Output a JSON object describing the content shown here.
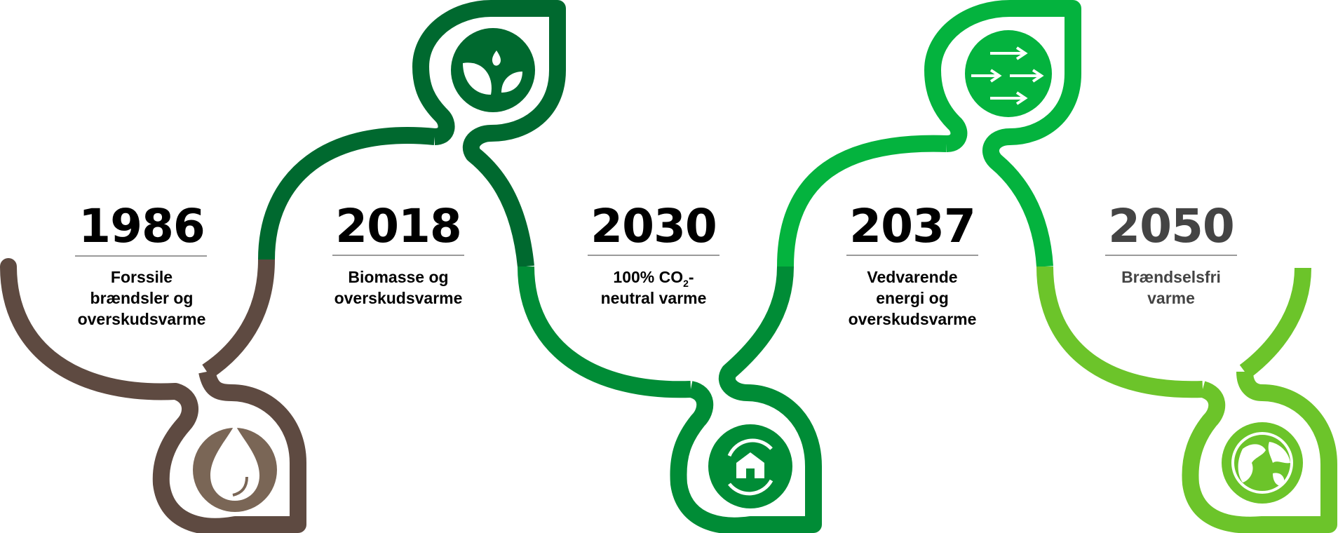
{
  "colors": {
    "brown": "#5E4A41",
    "brown_icon": "#7A6656",
    "green_dark": "#00692F",
    "green_mid": "#008C36",
    "green_bright": "#04B33E",
    "green_lime": "#6CC42A",
    "year_default": "#000000",
    "year_future": "#444444",
    "divider": "#9A9A9A"
  },
  "milestones": [
    {
      "year": "1986",
      "lines": [
        "Forssile",
        "brændsler og",
        "overskudsvarme"
      ],
      "icon": "oil-drop-icon"
    },
    {
      "year": "2018",
      "lines": [
        "Biomasse og",
        "overskudsvarme"
      ],
      "icon": "leaves-icon"
    },
    {
      "year": "2030",
      "lines": [
        "100% CO",
        "2",
        "-",
        "neutral varme"
      ],
      "icon": "recycle-house-icon"
    },
    {
      "year": "2037",
      "lines": [
        "Vedvarende",
        "energi og",
        "overskudsvarme"
      ],
      "icon": "arrows-icon"
    },
    {
      "year": "2050",
      "lines": [
        "Brændselsfri",
        "varme"
      ],
      "icon": "globe-icon"
    }
  ]
}
